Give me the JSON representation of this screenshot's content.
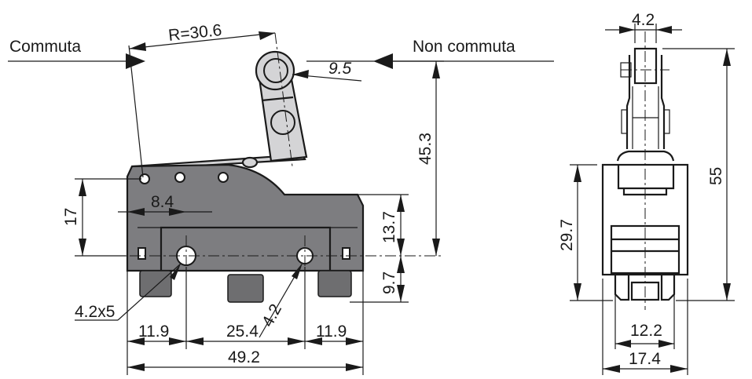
{
  "labels": {
    "commuta": "Commuta",
    "non_commuta": "Non commuta",
    "radius": "R=30.6",
    "roller_dia": "9.5",
    "height_45_3": "45.3",
    "height_17": "17",
    "offset_8_4": "8.4",
    "height_13_7": "13.7",
    "height_9_7": "9.7",
    "holes": "4.2x5",
    "hole_dia": "4.2",
    "left_11_9": "11.9",
    "center_25_4": "25.4",
    "right_11_9": "11.9",
    "length_49_2": "49.2",
    "side_roller_width": "4.2",
    "side_height_55": "55",
    "side_height_29_7": "29.7",
    "side_width_12_2": "12.2",
    "side_width_17_4": "17.4"
  }
}
